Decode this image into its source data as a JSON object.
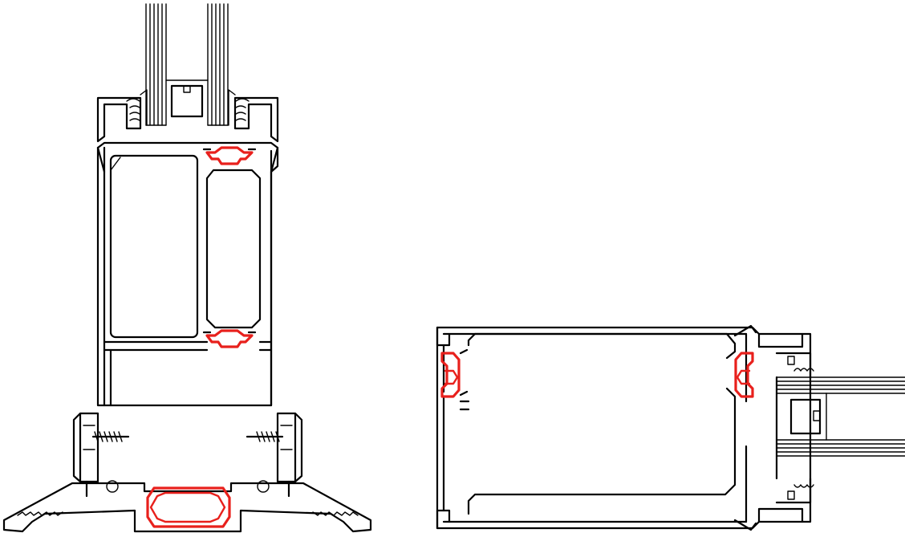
{
  "figure": {
    "type": "technical-cross-section",
    "views": [
      {
        "id": "vertical-section",
        "orientation": "vertical"
      },
      {
        "id": "horizontal-section",
        "orientation": "horizontal"
      }
    ],
    "colors": {
      "profile_outline": "#000000",
      "thermal_break": "#e8201c",
      "background": "#ffffff"
    }
  }
}
